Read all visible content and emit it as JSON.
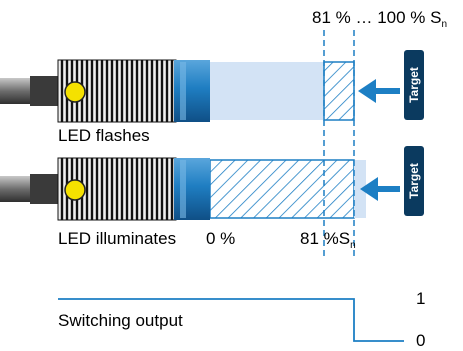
{
  "range_label": {
    "start": "81 %",
    "dots": " … ",
    "end": "100 %",
    "unit": "S",
    "unit_sub": "n"
  },
  "row1": {
    "caption": "LED flashes",
    "target": "Target"
  },
  "row2": {
    "caption": "LED illuminates",
    "zero": "0 %",
    "end_value": "81 %",
    "unit": "S",
    "unit_sub": "n",
    "target": "Target"
  },
  "output": {
    "caption": "Switching output",
    "high": "1",
    "low": "0"
  },
  "colors": {
    "sensor_blue": "#1d7fc4",
    "beam_light": "#d3e3f5",
    "hatch": "#1d7fc4",
    "target_bg": "#0b3a5f",
    "arrow": "#1d7fc4",
    "led": "#f5e100"
  }
}
